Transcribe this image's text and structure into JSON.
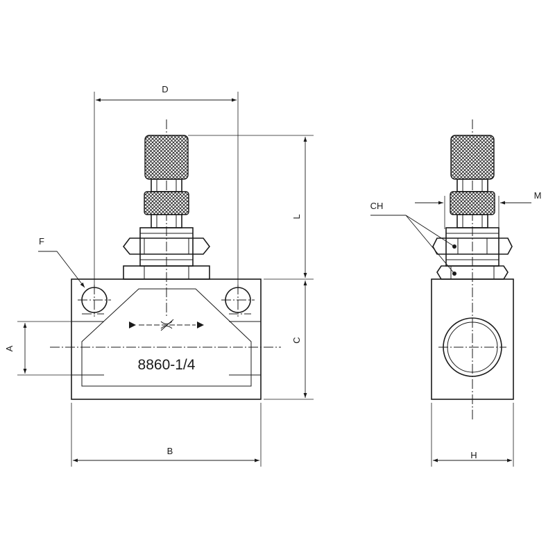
{
  "diagram": {
    "product_code": "8860-1/4",
    "labels": {
      "D": "D",
      "L": "L",
      "C": "C",
      "A": "A",
      "B": "B",
      "F": "F",
      "CH": "CH",
      "M": "M",
      "H": "H"
    },
    "colors": {
      "line": "#1a1a1a",
      "body_fill": "#ffffff",
      "knurl": "#1a1a1a"
    }
  }
}
